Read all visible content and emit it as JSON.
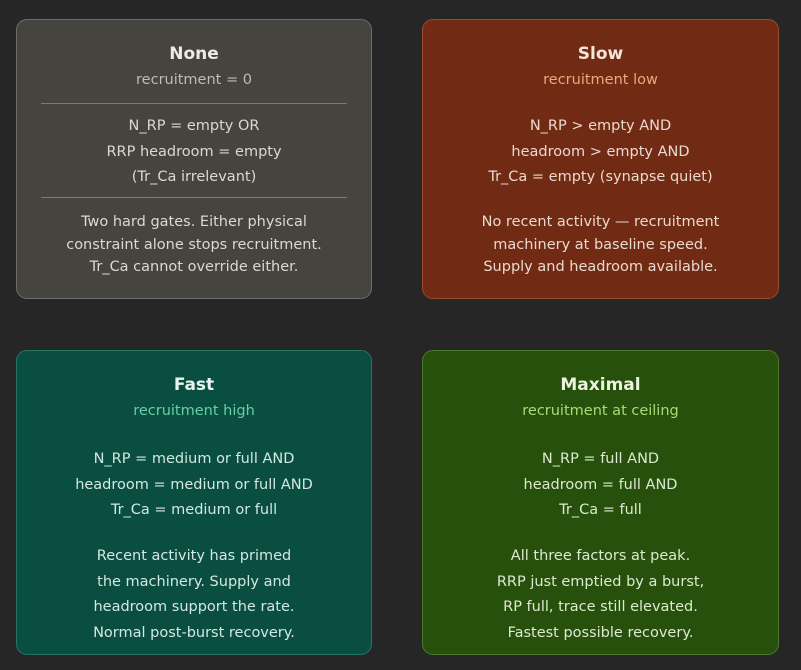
{
  "cards": [
    {
      "title": "None",
      "subtitle": "recruitment = 0",
      "conditions": [
        "N_RP = empty OR",
        "RRP headroom = empty",
        "(Tr_Ca irrelevant)"
      ],
      "description": [
        "Two hard gates. Either physical",
        "constraint alone stops recruitment.",
        "Tr_Ca cannot override either."
      ]
    },
    {
      "title": "Slow",
      "subtitle": "recruitment low",
      "conditions": [
        "N_RP > empty AND",
        "headroom > empty AND",
        "Tr_Ca = empty (synapse quiet)"
      ],
      "description": [
        "No recent activity — recruitment",
        "machinery at baseline speed.",
        "Supply and headroom available."
      ]
    },
    {
      "title": "Fast",
      "subtitle": "recruitment high",
      "conditions": [
        "N_RP = medium or full AND",
        "headroom = medium or full AND",
        "Tr_Ca = medium or full"
      ],
      "description": [
        "Recent activity has primed",
        "the machinery. Supply and",
        "headroom support the rate.",
        "Normal post-burst recovery."
      ]
    },
    {
      "title": "Maximal",
      "subtitle": "recruitment at ceiling",
      "conditions": [
        "N_RP = full AND",
        "headroom = full AND",
        "Tr_Ca = full"
      ],
      "description": [
        "All three factors at peak.",
        "RRP just emptied by a burst,",
        "RP full, trace still elevated.",
        "Fastest possible recovery."
      ]
    }
  ],
  "colors": {
    "background": "#262626",
    "none_card": "#45443f",
    "slow_card": "#712b14",
    "fast_card": "#0a4e42",
    "maximal_card": "#26500c",
    "slow_accent": "#f1a57e",
    "fast_accent": "#66cfa6",
    "maximal_accent": "#a9dc78"
  }
}
